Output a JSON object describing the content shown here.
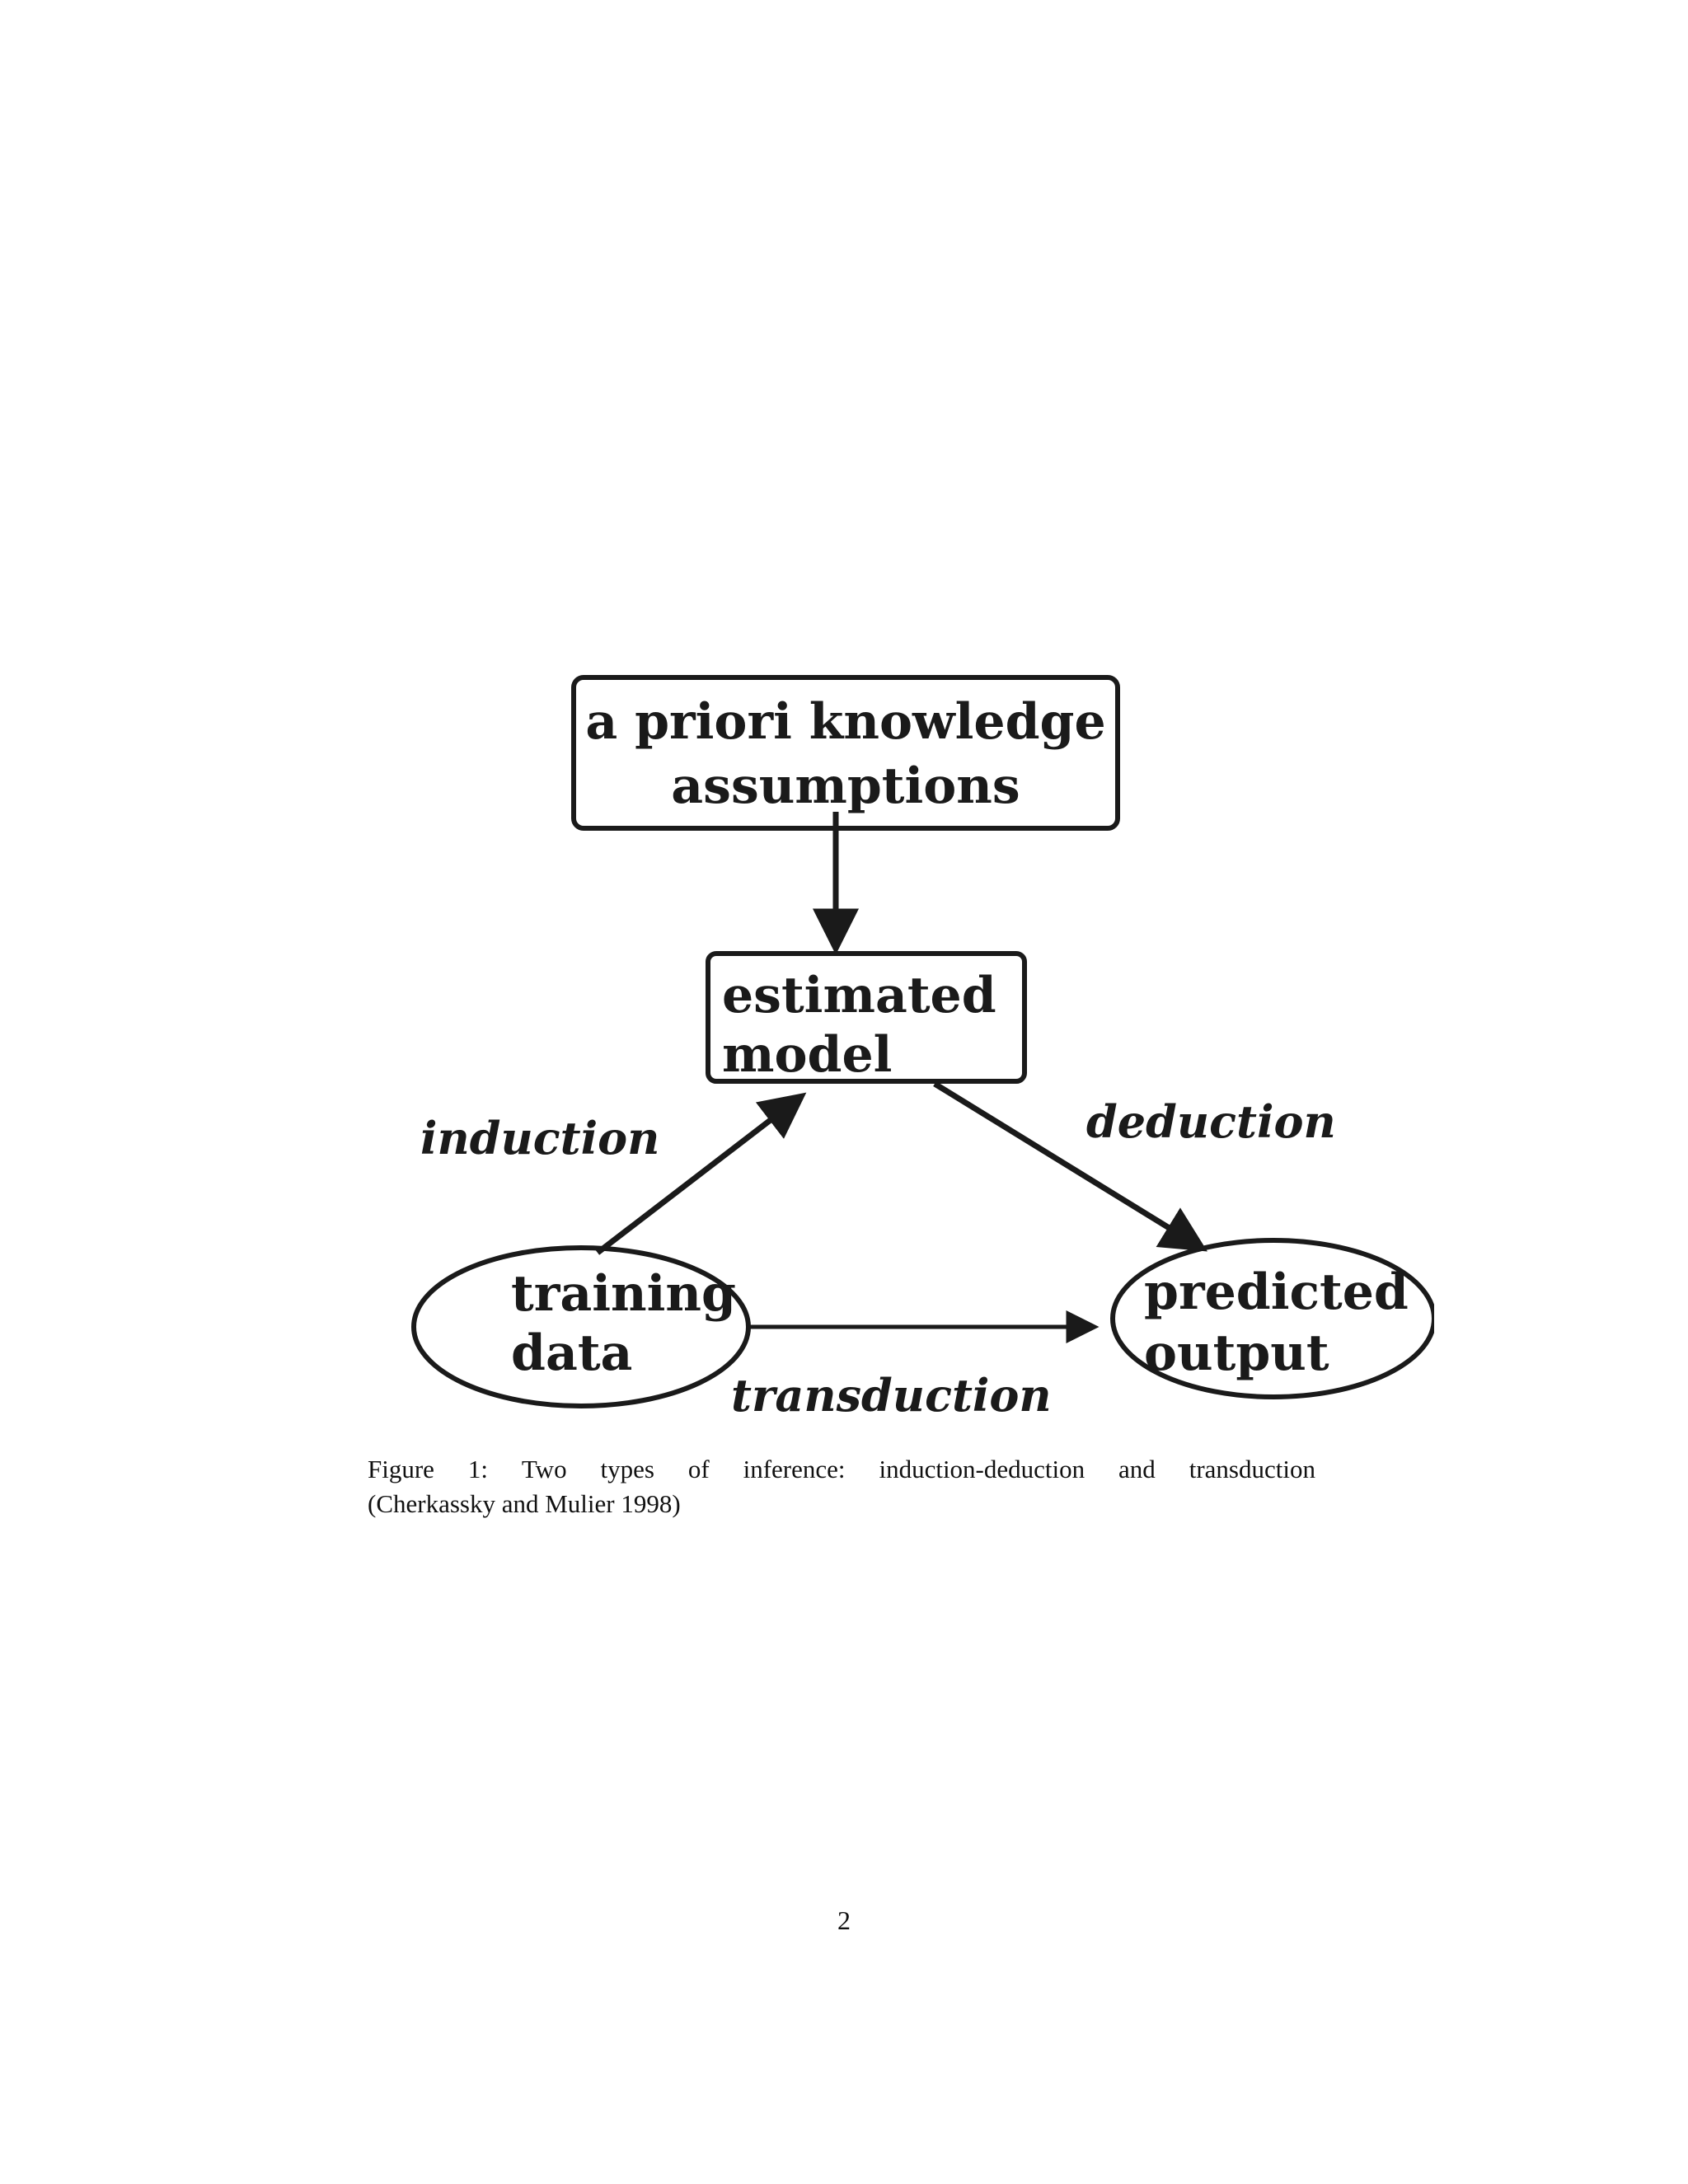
{
  "figure": {
    "nodes": {
      "knowledge": {
        "line1": "a priori knowledge",
        "line2": "assumptions"
      },
      "model": {
        "line1": "estimated",
        "line2": "model"
      },
      "training": {
        "line1": "training",
        "line2": "data"
      },
      "output": {
        "line1": "predicted",
        "line2": "output"
      }
    },
    "edges": {
      "induction": "induction",
      "deduction": "deduction",
      "transduction": "transduction"
    }
  },
  "caption": {
    "words": [
      "Figure",
      "1:",
      "Two",
      "types",
      "of",
      "inference:",
      "induction-deduction",
      "and",
      "transduction"
    ],
    "line2": "(Cherkassky and Mulier 1998)"
  },
  "page_number": "2"
}
